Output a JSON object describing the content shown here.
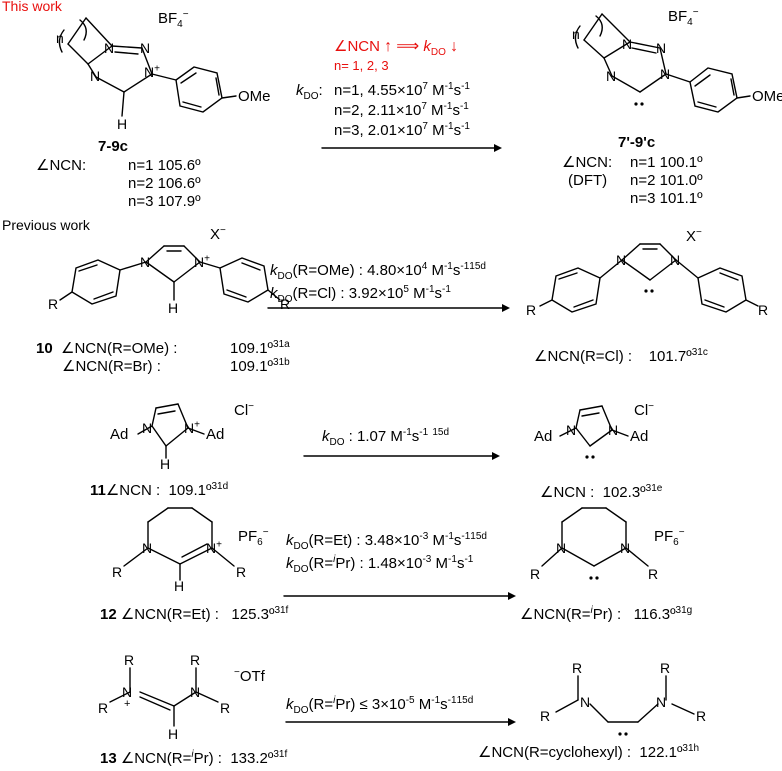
{
  "header_this": "This work",
  "header_prev": "Previous work",
  "row1": {
    "compound_left": "7-9c",
    "compound_right": "7'-9'c",
    "anion": "BF",
    "anion_sub": "4",
    "anion_sup": "−",
    "ome": "OMe",
    "ring_n": "n",
    "h": "H",
    "angle_label": "∠NCN:",
    "angle_vals": [
      "n=1 105.6º",
      "n=2 106.6º",
      "n=3 107.9º"
    ],
    "trend_label": "∠NCN",
    "trend_kdo": "k",
    "trend_kdo_sub": "DO",
    "trend_n": "n= 1, 2, 3",
    "kdo_label": "k",
    "kdo_sub": "DO",
    "kdo_colon": ":",
    "kdo_lines": [
      {
        "n": "n=1, 4.55×10",
        "exp": "7",
        "unit": " M",
        "u1": "-1",
        "s": "s",
        "u2": "-1"
      },
      {
        "n": "n=2, 2.11×10",
        "exp": "7",
        "unit": " M",
        "u1": "-1",
        "s": "s",
        "u2": "-1"
      },
      {
        "n": "n=3, 2.01×10",
        "exp": "7",
        "unit": " M",
        "u1": "-1",
        "s": "s",
        "u2": "-1"
      }
    ],
    "right_angle_label": "∠NCN:",
    "right_dft": "(DFT)",
    "right_angle_vals": [
      "n=1 100.1º",
      "n=2 101.0º",
      "n=3 101.1º"
    ]
  },
  "row10": {
    "compound": "10",
    "anion": "X",
    "anion_sup": "−",
    "r": "R",
    "h": "H",
    "left_angle_1": "∠NCN(R=OMe) :",
    "left_val_1": "109.1º",
    "left_ref_1": "31a",
    "left_angle_2": "∠NCN(R=Br) :",
    "left_val_2": "109.1º",
    "left_ref_2": "31b",
    "kdo_1_pre": "(R=OMe) : 4.80×10",
    "kdo_1_exp": "4",
    "kdo_1_post": " M",
    "kdo_1_ref": "15d",
    "kdo_2_pre": "(R=Cl) :     3.92×10",
    "kdo_2_exp": "5",
    "kdo_2_post": " M",
    "right_angle": "∠NCN(R=Cl) :",
    "right_val": "101.7º",
    "right_ref": "31c"
  },
  "row11": {
    "compound": "11",
    "anion": "Cl",
    "anion_sup": "−",
    "ad": "Ad",
    "h": "H",
    "left_angle": "∠NCN :",
    "left_val": "109.1º",
    "left_ref": "31d",
    "kdo_pre": " :  1.07 M",
    "kdo_ref": "15d",
    "right_angle": "∠NCN :",
    "right_val": "102.3º",
    "right_ref": "31e"
  },
  "row12": {
    "compound": "12",
    "anion": "PF",
    "anion_sub": "6",
    "anion_sup": "−",
    "r": "R",
    "h": "H",
    "left_angle": "∠NCN(R=Et) :",
    "left_val": "125.3º",
    "left_ref": "31f",
    "kdo_1_pre": "(R=Et) :     3.48×10",
    "kdo_1_exp": "-3",
    "kdo_1_ref": "15d",
    "kdo_2_pre": "(R=",
    "kdo_2_ipr": "i",
    "kdo_2_mid": "Pr) :    1.48×10",
    "kdo_2_exp": "-3",
    "right_angle": "∠NCN(R=",
    "right_ipr": "i",
    "right_angle_post": "Pr) :",
    "right_val": "116.3º",
    "right_ref": "31g"
  },
  "row13": {
    "compound": "13",
    "anion": "OTf",
    "anion_sup": "−",
    "r": "R",
    "h": "H",
    "left_angle": "∠NCN(R=",
    "left_ipr": "i",
    "left_angle_post": "Pr) :",
    "left_val": "133.2º",
    "left_ref": "31f",
    "kdo_pre": "(R=",
    "kdo_ipr": "i",
    "kdo_mid": "Pr) ≤ 3×10",
    "kdo_exp": "-5",
    "kdo_ref": "15d",
    "right_angle": "∠NCN(R=cyclohexyl) :",
    "right_val": "122.1º",
    "right_ref": "31h"
  },
  "colors": {
    "red": "#e8100e",
    "ink": "#000000"
  }
}
